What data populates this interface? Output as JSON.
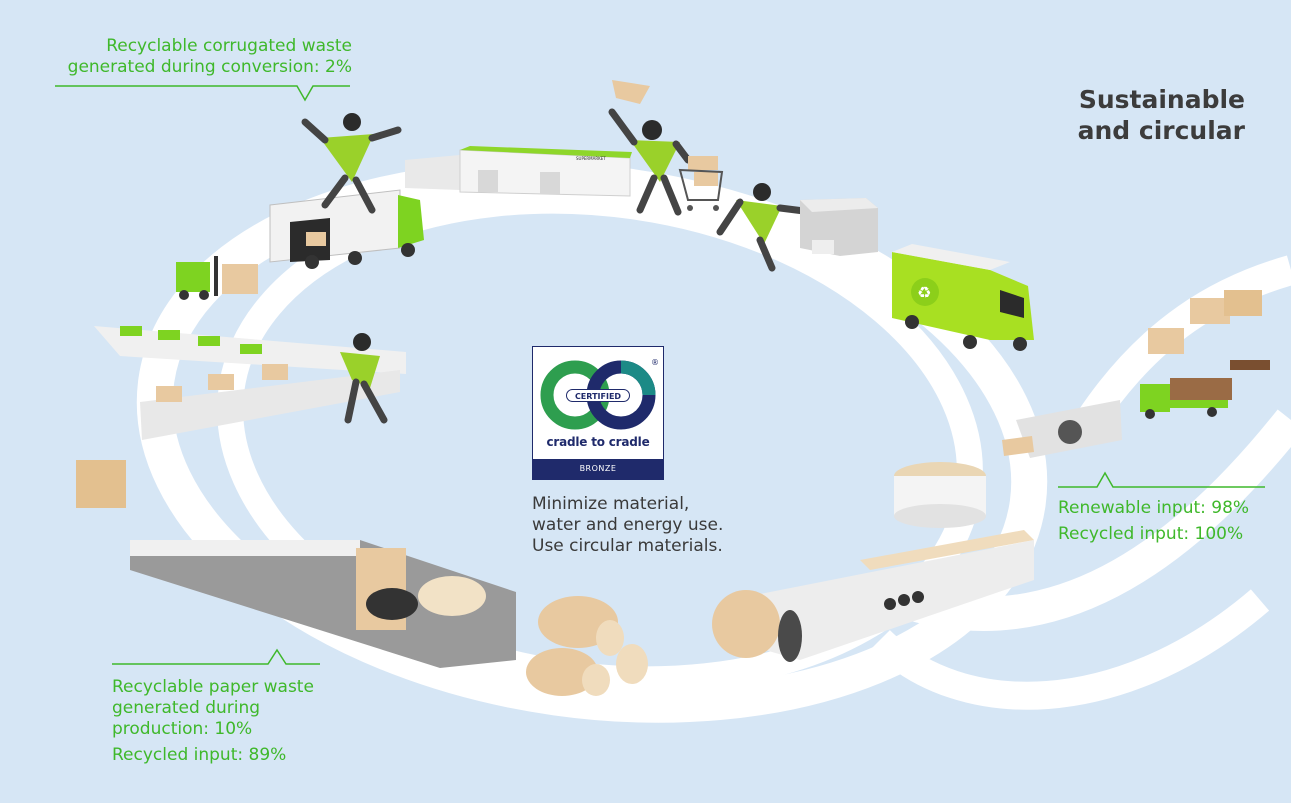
{
  "title": {
    "line1": "Sustainable",
    "line2": "and circular"
  },
  "callouts": {
    "corrugated_waste": {
      "line1": "Recyclable corrugated waste",
      "line2": "generated during conversion: 2%"
    },
    "paper_waste": {
      "line1": "Recyclable paper waste",
      "line2": "generated during",
      "line3": "production: 10%",
      "recycled_input": "Recycled input: 89%"
    },
    "inputs": {
      "renewable": "Renewable input: 98%",
      "recycled": "Recycled input: 100%"
    }
  },
  "center": {
    "line1": "Minimize material,",
    "line2": "water and energy use.",
    "line3": "Use circular materials."
  },
  "badge": {
    "certified": "CERTIFIED",
    "wordmark": "cradle to cradle",
    "level": "BRONZE",
    "registered": "®",
    "colors": {
      "navy": "#1f2a6b",
      "green": "#2e9e4f",
      "teal": "#1c8a86"
    }
  },
  "illustration": {
    "store_sign": "SUPERMARKET",
    "icons": [
      "person-icon",
      "delivery-truck-icon",
      "forklift-icon",
      "supermarket-icon",
      "shopping-cart-icon",
      "recycling-truck-icon",
      "timber-truck-icon",
      "paper-roll-icon",
      "conveyor-icon",
      "paper-machine-icon",
      "recycle-icon",
      "box-icon"
    ]
  },
  "colors": {
    "background": "#d6e6f5",
    "accent_green": "#3fb82b",
    "lime": "#a8e022",
    "text_dark": "#3c3c3c"
  }
}
